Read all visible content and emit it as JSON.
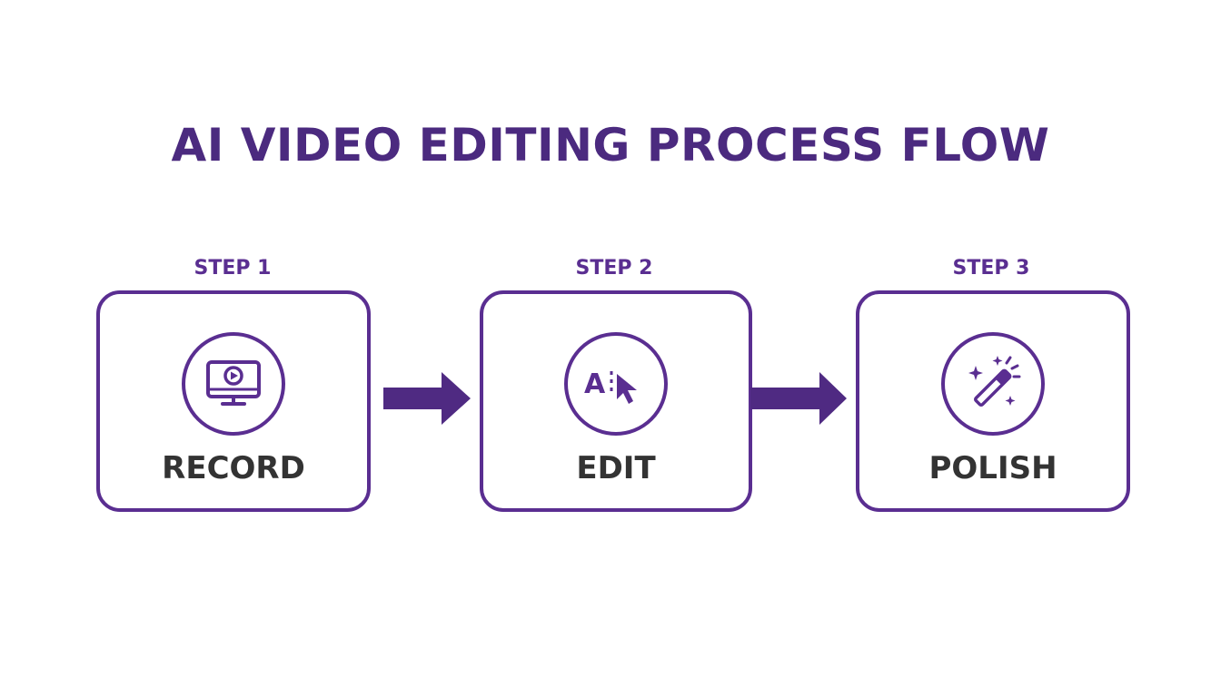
{
  "title": "AI VIDEO EDITING PROCESS FLOW",
  "colors": {
    "accent": "#5a2e91",
    "title": "#4b2a7f",
    "label_text": "#333333",
    "background": "#ffffff"
  },
  "steps": [
    {
      "step_label": "STEP 1",
      "name": "RECORD",
      "icon": "monitor-play-icon"
    },
    {
      "step_label": "STEP 2",
      "name": "EDIT",
      "icon": "ai-cursor-icon"
    },
    {
      "step_label": "STEP 3",
      "name": "POLISH",
      "icon": "magic-wand-icon"
    }
  ],
  "connectors": [
    "arrow-right-icon",
    "arrow-right-icon"
  ]
}
